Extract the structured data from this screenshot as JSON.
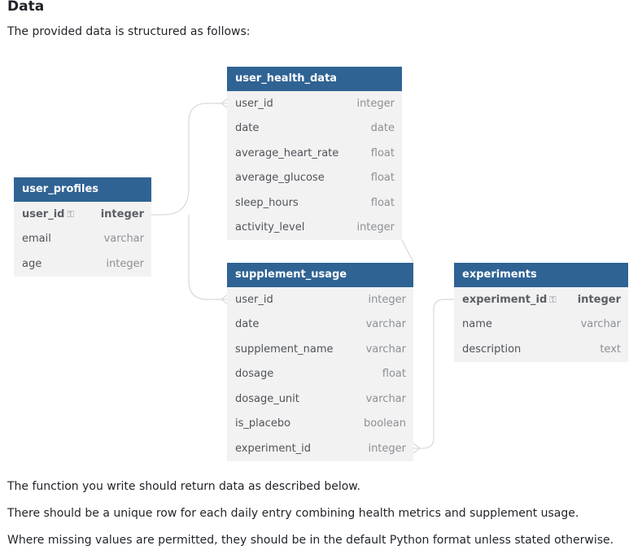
{
  "heading": "Data",
  "intro": "The provided data is structured as follows:",
  "tables": {
    "user_health_data": {
      "title": "user_health_data",
      "fields": [
        {
          "name": "user_id",
          "type": "integer"
        },
        {
          "name": "date",
          "type": "date"
        },
        {
          "name": "average_heart_rate",
          "type": "float"
        },
        {
          "name": "average_glucose",
          "type": "float"
        },
        {
          "name": "sleep_hours",
          "type": "float"
        },
        {
          "name": "activity_level",
          "type": "integer"
        }
      ]
    },
    "user_profiles": {
      "title": "user_profiles",
      "fields": [
        {
          "name": "user_id",
          "type": "integer",
          "key_icon": "key-icon"
        },
        {
          "name": "email",
          "type": "varchar"
        },
        {
          "name": "age",
          "type": "integer"
        }
      ]
    },
    "supplement_usage": {
      "title": "supplement_usage",
      "fields": [
        {
          "name": "user_id",
          "type": "integer"
        },
        {
          "name": "date",
          "type": "varchar"
        },
        {
          "name": "supplement_name",
          "type": "varchar"
        },
        {
          "name": "dosage",
          "type": "float"
        },
        {
          "name": "dosage_unit",
          "type": "varchar"
        },
        {
          "name": "is_placebo",
          "type": "boolean"
        },
        {
          "name": "experiment_id",
          "type": "integer"
        }
      ]
    },
    "experiments": {
      "title": "experiments",
      "fields": [
        {
          "name": "experiment_id",
          "type": "integer",
          "key_icon": "key-icon"
        },
        {
          "name": "name",
          "type": "varchar"
        },
        {
          "name": "description",
          "type": "text"
        }
      ]
    }
  },
  "colors": {
    "header": "#2f6394",
    "table_bg": "#f2f2f2",
    "connector": "#d5d9de"
  },
  "paragraphs": [
    "The function you write should return data as described below.",
    "There should be a unique row for each daily entry combining health metrics and supplement usage.",
    "Where missing values are permitted, they should be in the default Python format unless stated otherwise."
  ]
}
